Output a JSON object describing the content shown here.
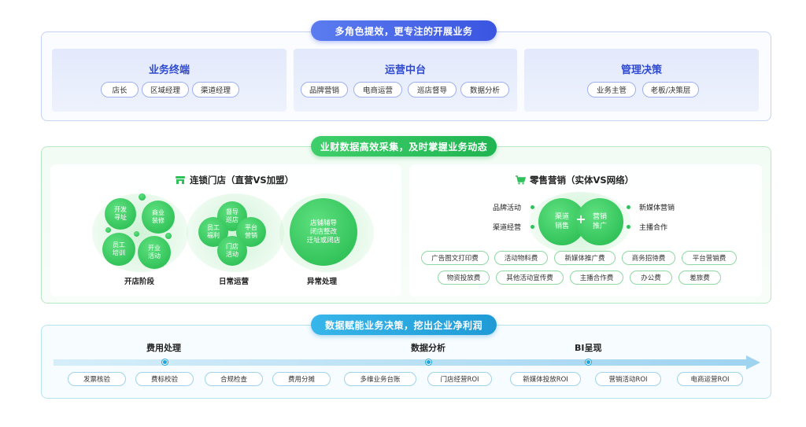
{
  "section1": {
    "banner": "多角色提效，更专注的开展业务",
    "cards": [
      {
        "title": "业务终端",
        "pills": [
          "店长",
          "区域经理",
          "渠道经理"
        ]
      },
      {
        "title": "运营中台",
        "pills": [
          "品牌营销",
          "电商运营",
          "巡店督导",
          "数据分析"
        ]
      },
      {
        "title": "管理决策",
        "pills": [
          "业务主管",
          "老板/决策层"
        ]
      }
    ]
  },
  "section2": {
    "banner": "业财数据高效采集，及时掌握业务动态",
    "left": {
      "title": "连锁门店（直营VS加盟）",
      "stage1": {
        "label": "开店阶段",
        "items": [
          "开发\n寻址",
          "商业\n装修",
          "员工\n培训",
          "开业\n活动"
        ]
      },
      "stage2": {
        "label": "日常运营",
        "items": [
          "督导\n巡店",
          "员工\n福利",
          "平台\n营销",
          "门店\n活动"
        ]
      },
      "stage3": {
        "label": "异常处理",
        "text": "店铺辅导\n闭店整改\n迁址或闭店"
      }
    },
    "right": {
      "title": "零售营销（实体VS网络）",
      "center_left": "渠道\n销售",
      "center_right": "营销\n推广",
      "plus": "+",
      "left_items": [
        "品牌活动",
        "渠道经营"
      ],
      "right_items": [
        "新媒体营销",
        "主播合作"
      ],
      "pills_row1": [
        "广告图文打印费",
        "活动物料费",
        "新媒体推广费",
        "商务招待费",
        "平台营销费"
      ],
      "pills_row2": [
        "物资投放费",
        "其他活动宣传费",
        "主播合作费",
        "办公费",
        "差旅费"
      ]
    }
  },
  "section3": {
    "banner": "数据赋能业务决策，挖出企业净利润",
    "headings": [
      "费用处理",
      "数据分析",
      "BI呈现"
    ],
    "pills": [
      "发票核验",
      "费标校验",
      "合规检查",
      "费用分摊",
      "多维业务台账",
      "门店经营ROI",
      "新媒体投放ROI",
      "营销活动ROI",
      "电商运营ROI"
    ]
  },
  "colors": {
    "blue": "#3a55e0",
    "green": "#22b84c",
    "cyan": "#1f9ad6"
  }
}
